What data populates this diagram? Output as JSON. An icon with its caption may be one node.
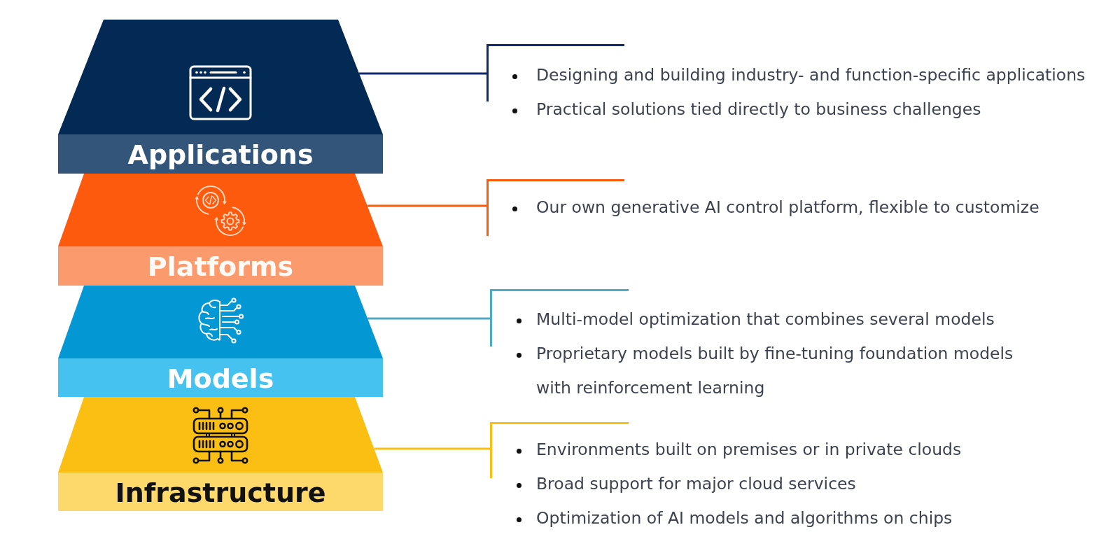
{
  "diagram": {
    "nodes": [
      {
        "text": [
          "Applications"
        ]
      },
      {
        "text": [
          "Designing and building industry- and function-specific applications",
          "Practical solutions tied directly to business challenges"
        ]
      },
      {
        "text": [
          "Platforms"
        ]
      },
      {
        "text": [
          "Our own generative AI control platform, flexible to customize"
        ]
      },
      {
        "text": [
          "Models"
        ]
      },
      {
        "text": [
          "Multi-model optimization that combines several models",
          "Proprietary models built by fine-tuning foundation models with reinforcement learning"
        ]
      },
      {
        "text": [
          "Infrastructure"
        ]
      },
      {
        "text": [
          "Environments built on premises or in private clouds",
          "Broad support for major cloud services",
          "Optimization of AI models and algorithms on chips"
        ]
      }
    ],
    "edges": [
      {
        "from": 0,
        "to": 1,
        "arrow": "none",
        "color": "#0f2a6e"
      },
      {
        "from": 2,
        "to": 3,
        "arrow": "none",
        "color": "#fd5a0e"
      },
      {
        "from": 4,
        "to": 5,
        "arrow": "none",
        "color": "#4fa9c4"
      },
      {
        "from": 6,
        "to": 7,
        "arrow": "none",
        "color": "#fbbf13"
      }
    ]
  }
}
